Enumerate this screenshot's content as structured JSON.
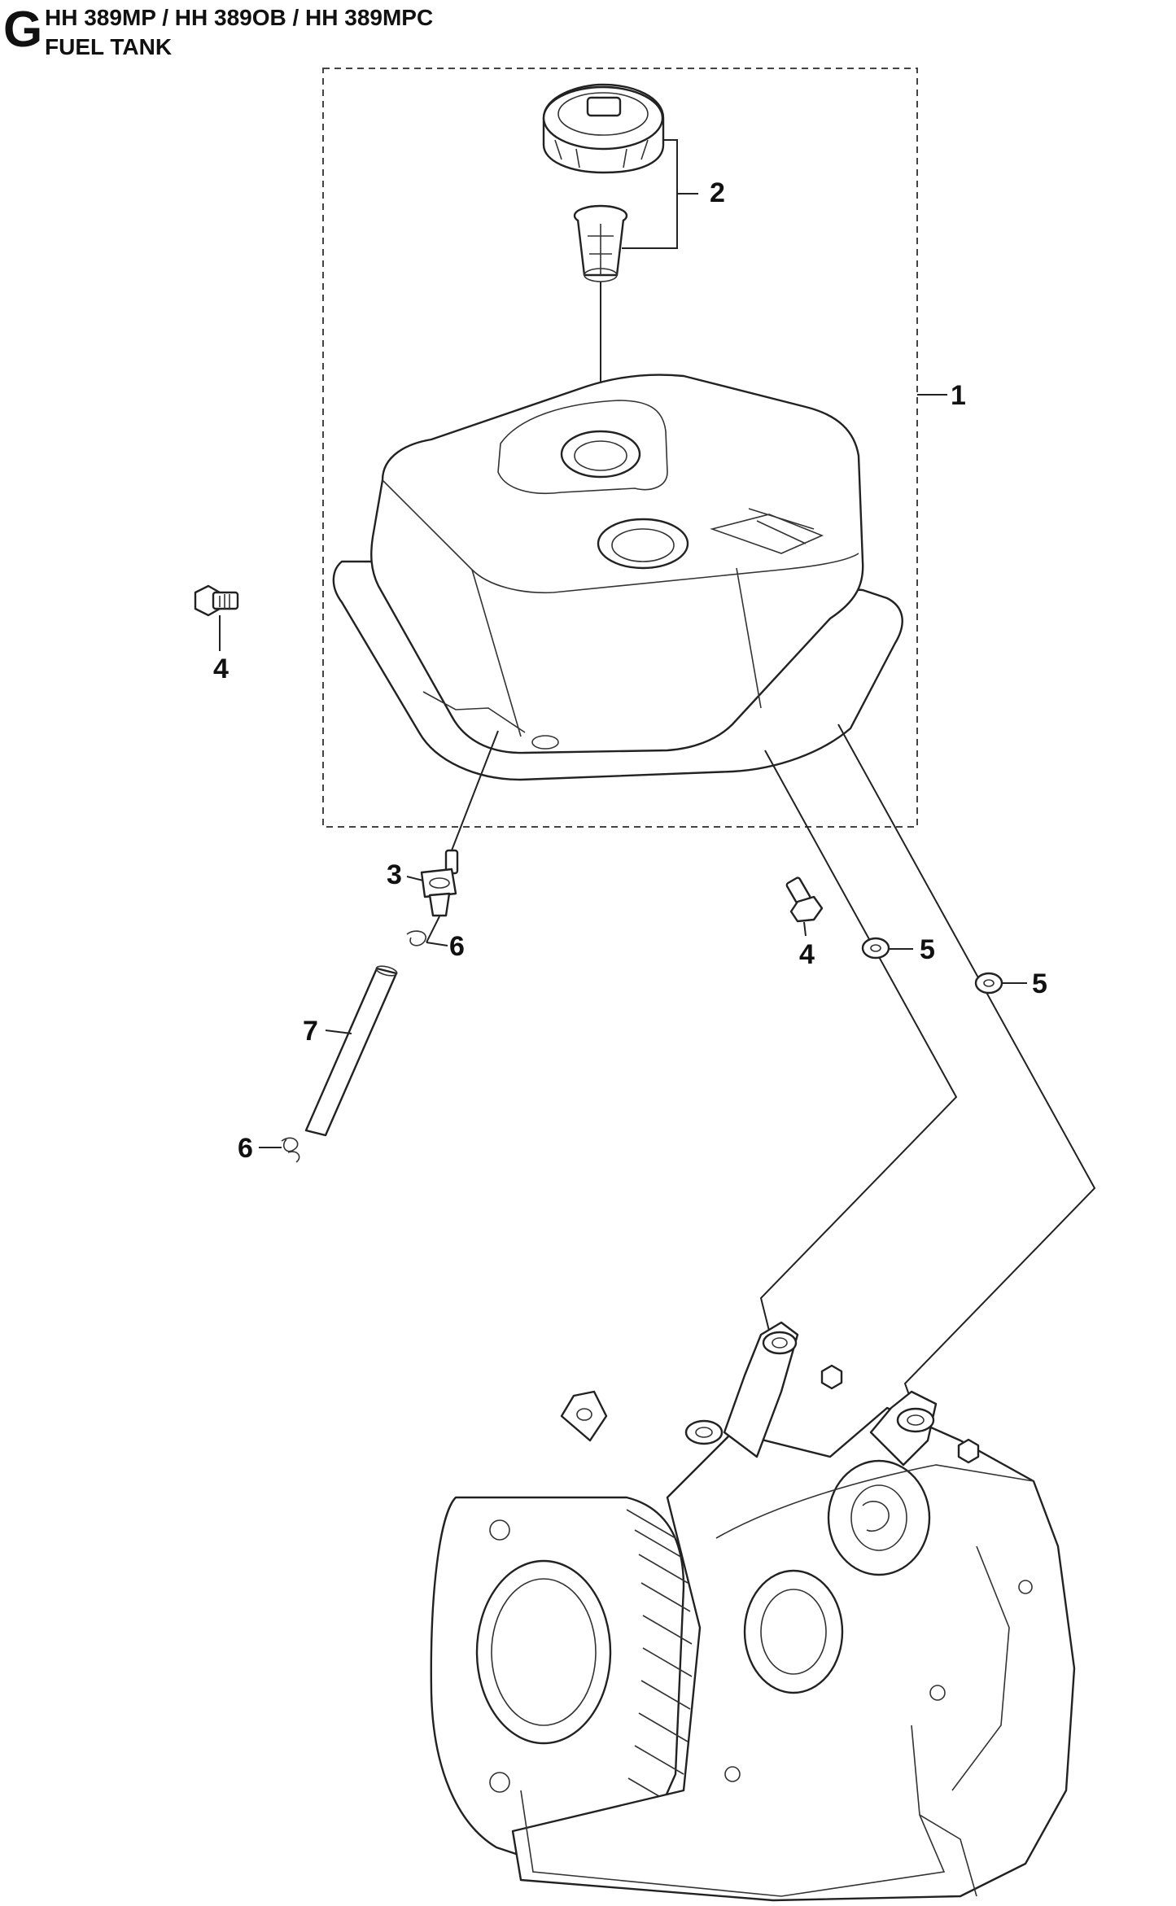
{
  "header": {
    "section_letter": "G",
    "models": "HH 389MP / HH 389OB / HH 389MPC",
    "section_title": "FUEL TANK"
  },
  "callouts": {
    "c1": "1",
    "c2": "2",
    "c3": "3",
    "c4a": "4",
    "c4b": "4",
    "c5a": "5",
    "c5b": "5",
    "c6a": "6",
    "c6b": "6",
    "c7": "7"
  }
}
